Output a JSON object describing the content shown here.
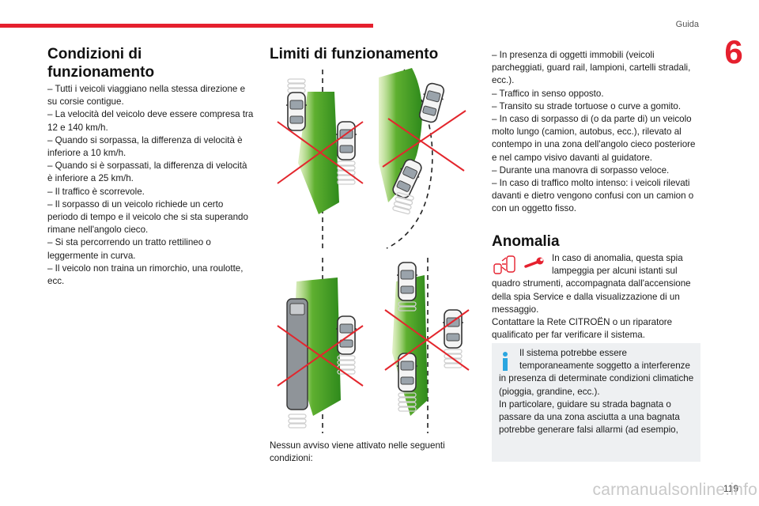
{
  "header": {
    "section_label": "Guida",
    "chapter_number": "6",
    "accent_color": "#e5202e"
  },
  "conditions": {
    "title": "Condizioni di funzionamento",
    "items": [
      "–  Tutti i veicoli viaggiano nella stessa direzione e su corsie contigue.",
      "–  La velocità del veicolo deve essere compresa tra 12 e 140 km/h.",
      "–  Quando si sorpassa, la differenza di velocità è inferiore a 10 km/h.",
      "–  Quando si è sorpassati, la differenza di velocità è inferiore a 25 km/h.",
      "–  Il traffico è scorrevole.",
      "–  Il sorpasso di un veicolo richiede un certo periodo di tempo e il veicolo che si sta superando rimane nell'angolo cieco.",
      "–  Si sta percorrendo un tratto rettilineo o leggermente in curva.",
      "–  Il veicolo non traina un rimorchio, una roulotte, ecc."
    ]
  },
  "limits": {
    "title": "Limiti di funzionamento",
    "caption": "Nessun avviso viene attivato nelle seguenti condizioni:",
    "items": [
      "–  In presenza di oggetti immobili (veicoli parcheggiati, guard rail, lampioni, cartelli stradali, ecc.).",
      "–  Traffico in senso opposto.",
      "–  Transito su strade tortuose o curve a gomito.",
      "–  In caso di sorpasso di (o da parte di) un veicolo molto lungo (camion, autobus, ecc.), rilevato al contempo in una zona dell'angolo cieco posteriore e nel campo visivo davanti al guidatore.",
      "–  Durante una manovra di sorpasso veloce.",
      "–  In caso di traffico molto intenso: i veicoli rilevati davanti e dietro vengono confusi con un camion o con un oggetto fisso."
    ]
  },
  "anomaly": {
    "title": "Anomalia",
    "text": "In caso di anomalia, questa spia lampeggia per alcuni istanti sul quadro strumenti, accompagnata dall'accensione della spia Service e dalla visualizzazione di un messaggio.",
    "text2": "Contattare la Rete CITROËN o un riparatore qualificato per far verificare il sistema.",
    "icons": [
      "blind-spot-warning-icon",
      "service-wrench-icon"
    ]
  },
  "note": {
    "icon": "info-icon",
    "text": "Il sistema potrebbe essere temporaneamente soggetto a interferenze in presenza di determinate condizioni climatiche (pioggia, grandine, ecc.).",
    "text2": "In particolare, guidare su strada bagnata o passare da una zona asciutta a una bagnata potrebbe generare falsi allarmi (ad esempio,"
  },
  "footer": {
    "page_number": "119",
    "watermark": "carmanualsonline.info"
  }
}
